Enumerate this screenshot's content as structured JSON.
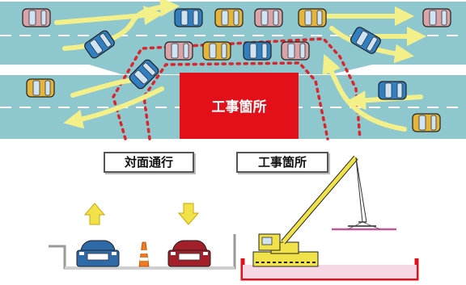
{
  "diagram": {
    "work_zone_text": "工事箇所",
    "labels": {
      "two_way_traffic": "対面通行",
      "work_zone": "工事箇所"
    }
  }
}
